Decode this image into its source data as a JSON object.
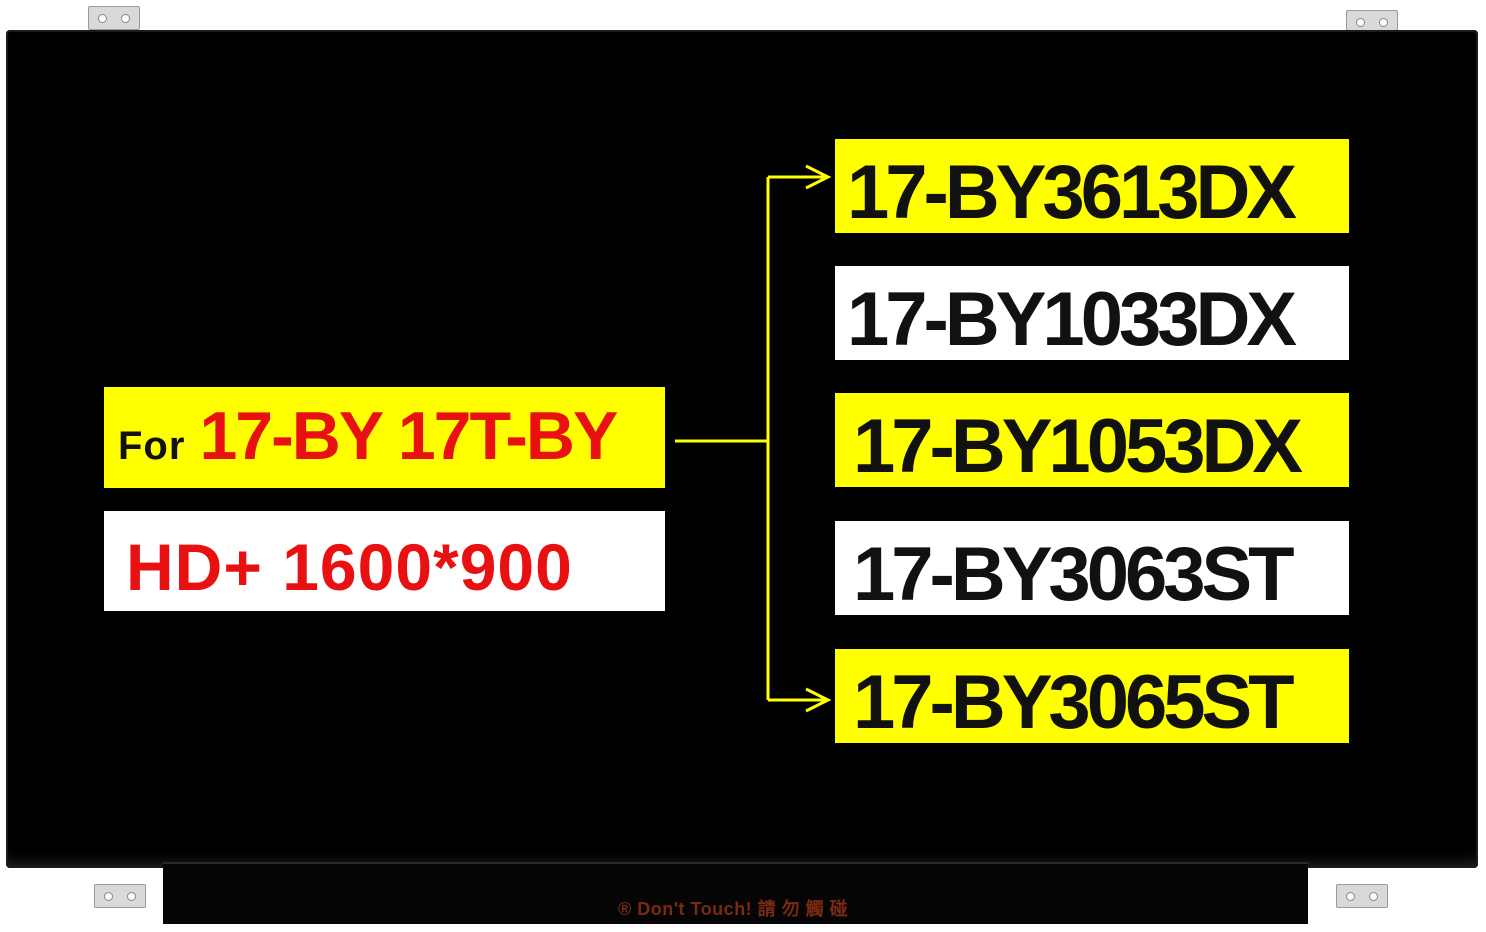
{
  "compatibility_label": {
    "prefix": "For",
    "models": "17-BY 17T-BY"
  },
  "resolution_label": "HD+ 1600*900",
  "model_list": [
    {
      "text": "17-BY3613DX",
      "background": "#ffff00"
    },
    {
      "text": "17-BY1033DX",
      "background": "#ffffff"
    },
    {
      "text": "17-BY1053DX",
      "background": "#ffff00"
    },
    {
      "text": "17-BY3063ST",
      "background": "#ffffff"
    },
    {
      "text": "17-BY3065ST",
      "background": "#ffff00"
    }
  ],
  "pcb_warning": "® Don't Touch! 請 勿 觸 碰",
  "colors": {
    "highlight_yellow": "#ffff00",
    "accent_red": "#e81010",
    "panel_black": "#000000",
    "connector_line": "#ffff00"
  }
}
